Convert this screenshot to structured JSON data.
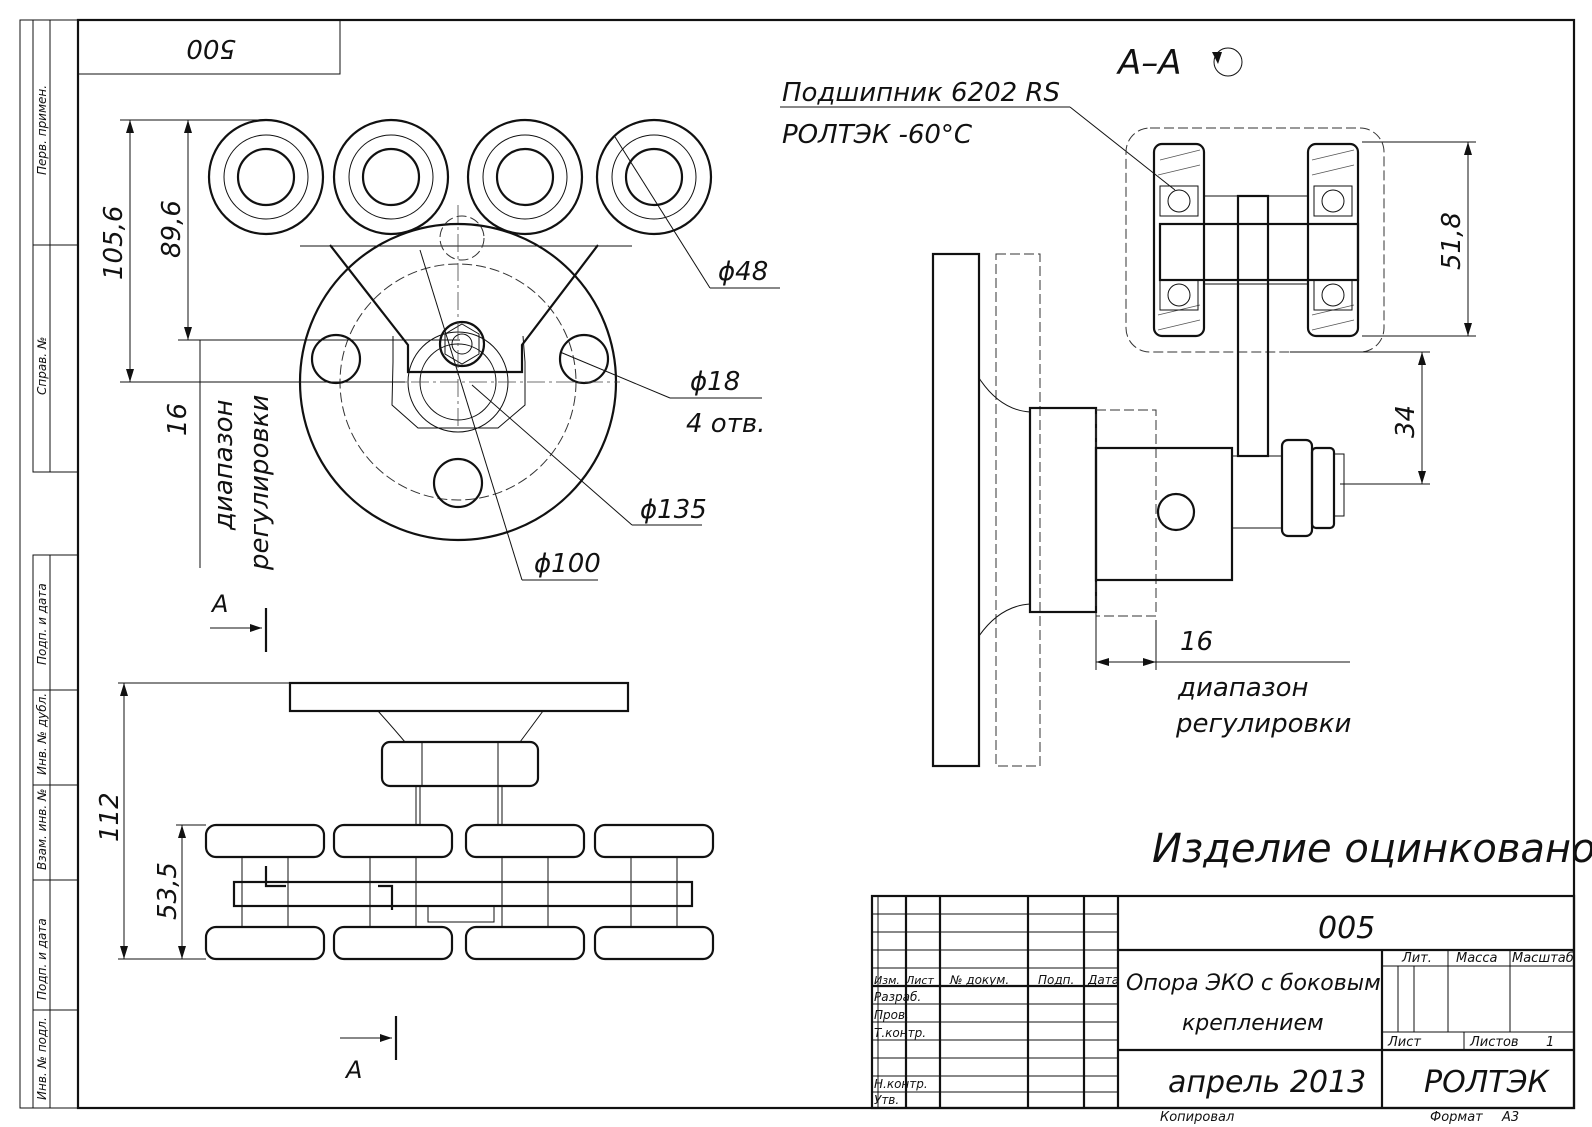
{
  "frame": {
    "top_left_stamp": "500",
    "left_strip_labels": [
      "Перв. примен.",
      "Справ. №",
      "Подп. и дата",
      "Инв. № дубл.",
      "Взам. инв. №",
      "Подп. и дата",
      "Инв. № подл."
    ]
  },
  "section_title": "А–А",
  "bearing_note": {
    "line1": "Подшипник  6202 RS",
    "line2": "РОЛТЭК     -60°С"
  },
  "dimensions": {
    "d105": "105,6",
    "d89": "89,6",
    "d48": "ϕ48",
    "d18": "ϕ18",
    "holes": "4 отв.",
    "d135": "ϕ135",
    "d100": "ϕ100",
    "d16_left": "16",
    "range_left_1": "диапазон",
    "range_left_2": "регулировки",
    "d51": "51,8",
    "d34": "34",
    "d16_right": "16",
    "range_right_1": "диапазон",
    "range_right_2": "регулировки",
    "d112": "112",
    "d53": "53,5"
  },
  "section_markers": {
    "top": "А",
    "bottom": "А"
  },
  "note_galvanized": "Изделие оцинковано",
  "title_block": {
    "designation": "005",
    "name_line1": "Опора ЭКО с боковым",
    "name_line2": "креплением",
    "date": "апрель 2013",
    "org": "РОЛТЭК",
    "col_izm": "Изм.",
    "col_list": "Лист",
    "col_doc": "№ докум.",
    "col_podp": "Подп.",
    "col_data": "Дата",
    "row_razrab": "Разраб.",
    "row_prov": "Пров.",
    "row_tkontr": "Т.контр.",
    "row_nkontr": "Н.контр.",
    "row_utv": "Утв.",
    "lit": "Лит.",
    "massa": "Масса",
    "masshtab": "Масштаб",
    "list": "Лист",
    "listov": "Листов",
    "listov_val": "1",
    "kopiroval": "Копировал",
    "format": "Формат",
    "format_val": "А3"
  }
}
